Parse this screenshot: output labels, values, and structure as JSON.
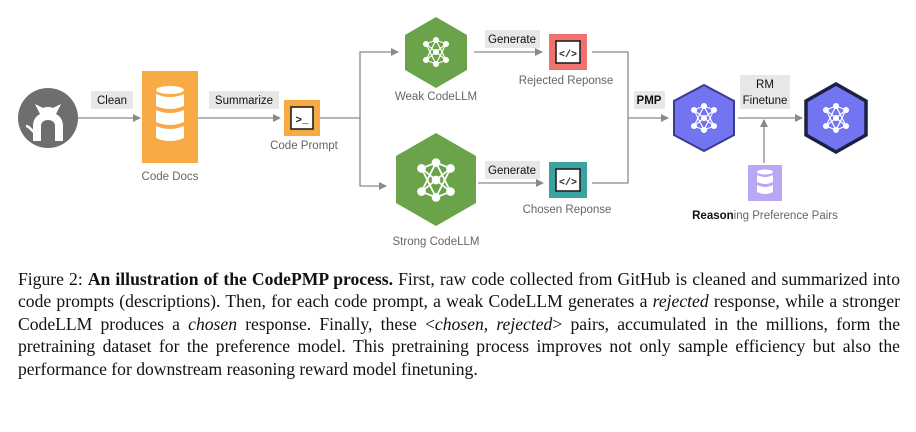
{
  "diagram": {
    "edge_labels": {
      "clean": "Clean",
      "summarize": "Summarize",
      "generate_weak": "Generate",
      "generate_strong": "Generate",
      "pmp": "PMP",
      "rm_line1": "RM",
      "rm_line2": "Finetune"
    },
    "nodes": {
      "code_docs": "Code Docs",
      "code_prompt": "Code Prompt",
      "weak_llm": "Weak CodeLLM",
      "strong_llm": "Strong CodeLLM",
      "rejected": "Rejected Reponse",
      "chosen": "Chosen Reponse",
      "reasoning_bold": "Reason",
      "reasoning_rest": "ing Preference Pairs",
      "prompt_icon_text": ">_",
      "code_icon_text": "</>"
    },
    "colors": {
      "github": "#6e6e6e",
      "docs": "#f8aa45",
      "llm_green": "#6aa34a",
      "rejected": "#f0716d",
      "chosen": "#3aa3a0",
      "pmp_purple": "#7375f0",
      "reasoning_db": "#b9a6f5",
      "final_navy": "#1c2142"
    }
  },
  "caption": {
    "prefix": "Figure 2: ",
    "bold": "An illustration of the CodePMP process.",
    "t1": " First, raw code collected from GitHub is cleaned and summarized into code prompts (descriptions). Then, for each code prompt, a weak CodeLLM generates a ",
    "i1": "rejected",
    "t2": " response, while a stronger CodeLLM produces a ",
    "i2": "chosen",
    "t3": " response. Finally, these <",
    "i3": "chosen, rejected",
    "t4": "> pairs, accumulated in the millions, form the pretraining dataset for the preference model. This pretraining process improves not only sample efficiency but also the performance for downstream reasoning reward model finetuning."
  }
}
